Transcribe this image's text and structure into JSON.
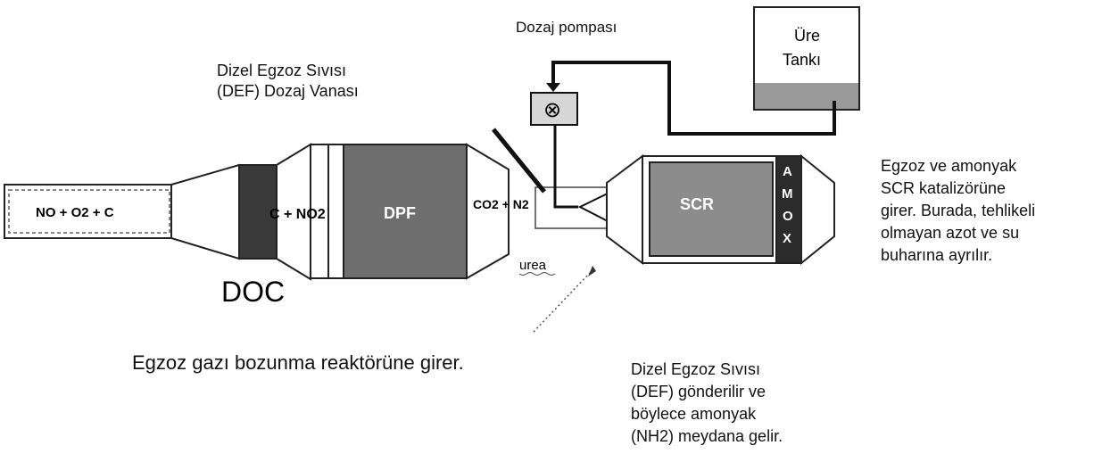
{
  "labels": {
    "dosing_pump": "Dozaj pompası",
    "urea_tank_line1": "Üre",
    "urea_tank_line2": "Tankı",
    "def_valve_line1": "Dizel Egzoz Sıvısı",
    "def_valve_line2": "(DEF) Dozaj Vanası",
    "scr_desc_line1": "Egzoz ve amonyak",
    "scr_desc_line2": "SCR katalizörüne",
    "scr_desc_line3": "girer. Burada, tehlikeli",
    "scr_desc_line4": "olmayan azot ve su",
    "scr_desc_line5": "buharına ayrılır.",
    "exhaust_enter": "Egzoz gazı bozunma reaktörüne girer.",
    "def_sent_line1": "Dizel Egzoz Sıvısı",
    "def_sent_line2": "(DEF) gönderilir ve",
    "def_sent_line3": "böylece amonyak",
    "def_sent_line4": "(NH2) meydana gelir."
  },
  "components": {
    "inlet_gas": "NO + O2 + C",
    "doc_reaction": "C + NO2",
    "dpf": "DPF",
    "outlet_gas": "CO2 + N2",
    "scr": "SCR",
    "amox": [
      "A",
      "M",
      "O",
      "X"
    ],
    "doc": "DOC",
    "urea": "urea",
    "pump_symbol": "⊗"
  },
  "colors": {
    "dark_block": "#3a3a3a",
    "dpf_fill": "#6e6e6e",
    "scr_fill": "#8c8c8c",
    "tank_liquid": "#9a9a9a",
    "amox_fill": "#2b2b2b",
    "pipe": "#111111"
  }
}
